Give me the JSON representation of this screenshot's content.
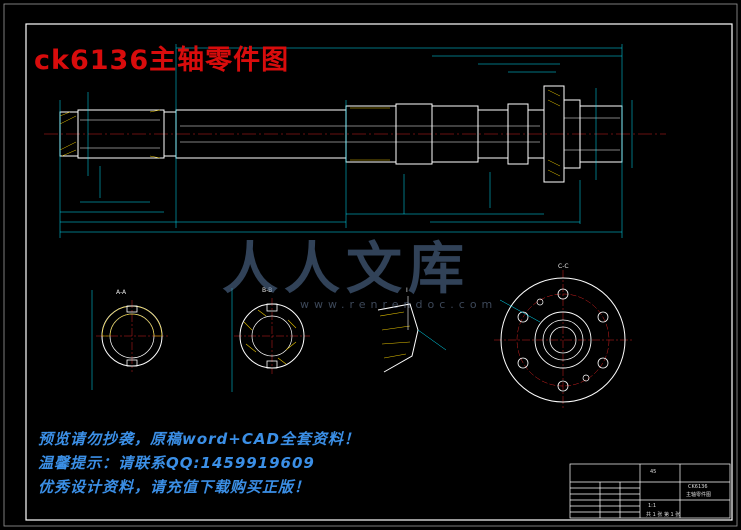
{
  "drawing": {
    "title": "ck6136主轴零件图",
    "view_labels": [
      "A-A",
      "B-B",
      "C-C"
    ],
    "detail_label": "I"
  },
  "notices": [
    "预览请勿抄袭，原稿word+CAD全套资料！",
    "温馨提示：请联系QQ:1459919609",
    "优秀设计资料，请充值下载购买正版！"
  ],
  "watermark": {
    "text": "人人文库",
    "url": "www.renrendoc.com"
  },
  "title_block": {
    "part_name": "CK6136",
    "part_desc": "主轴零件图",
    "material": "45",
    "scale": "1:1",
    "sheet": "共 1 张 第 1 张"
  },
  "colors": {
    "background": "#000000",
    "outline": "#ffffff",
    "dimension": "#00e5ff",
    "centerline": "#d02020",
    "title": "#d80c0c",
    "notice": "#3b8fe6"
  }
}
